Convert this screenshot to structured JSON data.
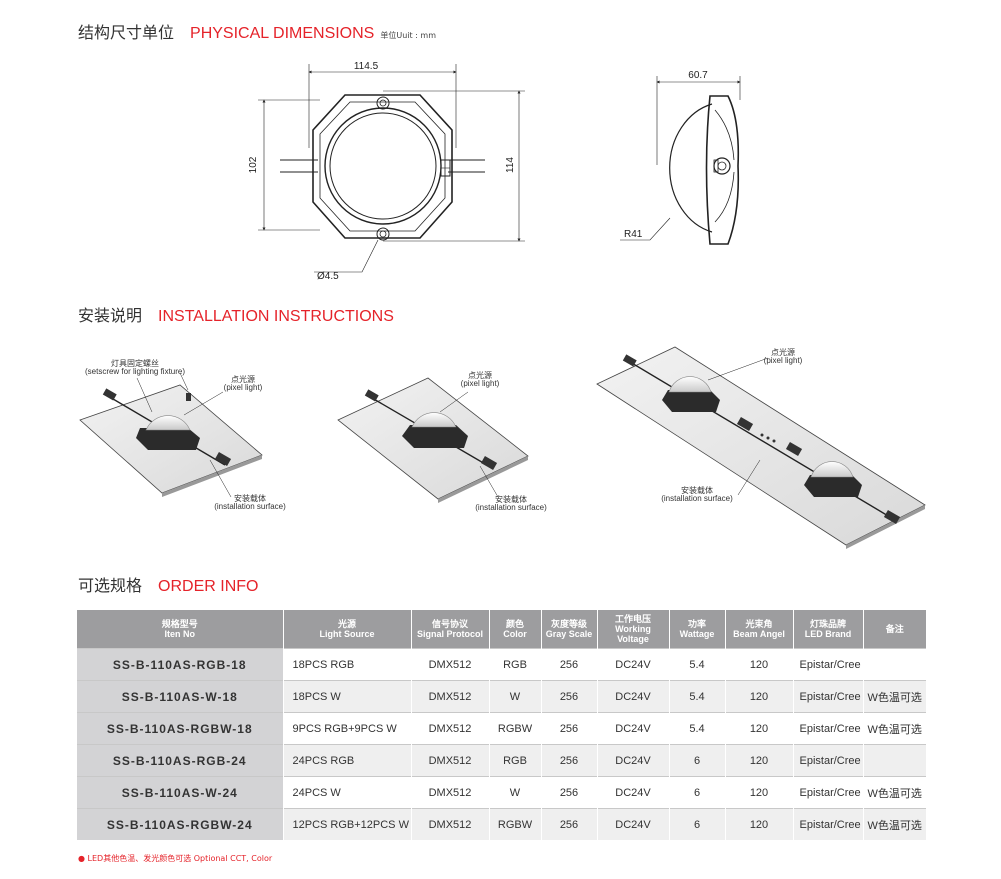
{
  "sections": {
    "dimensions": {
      "cn": "结构尺寸单位",
      "en": "PHYSICAL DIMENSIONS",
      "unit": "单位Uuit : mm"
    },
    "installation": {
      "cn": "安装说明",
      "en": "INSTALLATION INSTRUCTIONS"
    },
    "order": {
      "cn": "可选规格",
      "en": "ORDER INFO"
    }
  },
  "dimension_labels": {
    "width": "114.5",
    "height_left": "102",
    "height_right": "114",
    "hole": "Ø4.5",
    "depth": "60.7",
    "radius": "R41"
  },
  "install_labels": {
    "setscrew_cn": "灯具固定螺丝",
    "setscrew_en": "(setscrew for lighting fixture)",
    "pixel_cn": "点光源",
    "pixel_en": "(pixel light)",
    "surface_cn": "安装载体",
    "surface_en": "(installation surface)"
  },
  "table": {
    "headers": [
      {
        "cn": "规格型号",
        "en": "Iten No"
      },
      {
        "cn": "光源",
        "en": "Light Source"
      },
      {
        "cn": "信号协议",
        "en": "Signal Protocol"
      },
      {
        "cn": "颜色",
        "en": "Color"
      },
      {
        "cn": "灰度等级",
        "en": "Gray Scale"
      },
      {
        "cn": "工作电压",
        "en": "Working Voltage"
      },
      {
        "cn": "功率",
        "en": "Wattage"
      },
      {
        "cn": "光束角",
        "en": "Beam Angel"
      },
      {
        "cn": "灯珠品牌",
        "en": "LED Brand"
      },
      {
        "cn": "备注",
        "en": ""
      }
    ],
    "rows": [
      [
        "SS-B-110AS-RGB-18",
        "18PCS RGB",
        "DMX512",
        "RGB",
        "256",
        "DC24V",
        "5.4",
        "120",
        "Epistar/Cree",
        ""
      ],
      [
        "SS-B-110AS-W-18",
        "18PCS W",
        "DMX512",
        "W",
        "256",
        "DC24V",
        "5.4",
        "120",
        "Epistar/Cree",
        "W色温可选"
      ],
      [
        "SS-B-110AS-RGBW-18",
        "9PCS RGB+9PCS W",
        "DMX512",
        "RGBW",
        "256",
        "DC24V",
        "5.4",
        "120",
        "Epistar/Cree",
        "W色温可选"
      ],
      [
        "SS-B-110AS-RGB-24",
        "24PCS RGB",
        "DMX512",
        "RGB",
        "256",
        "DC24V",
        "6",
        "120",
        "Epistar/Cree",
        ""
      ],
      [
        "SS-B-110AS-W-24",
        "24PCS W",
        "DMX512",
        "W",
        "256",
        "DC24V",
        "6",
        "120",
        "Epistar/Cree",
        "W色温可选"
      ],
      [
        "SS-B-110AS-RGBW-24",
        "12PCS RGB+12PCS W",
        "DMX512",
        "RGBW",
        "256",
        "DC24V",
        "6",
        "120",
        "Epistar/Cree",
        "W色温可选"
      ]
    ]
  },
  "footnote": "● LED其他色温、发光颜色可选  Optional CCT, Color",
  "colors": {
    "accent": "#e5232a",
    "header_bg": "#9d9d9f",
    "item_bg": "#d3d3d5",
    "row_alt": "#efefef"
  }
}
